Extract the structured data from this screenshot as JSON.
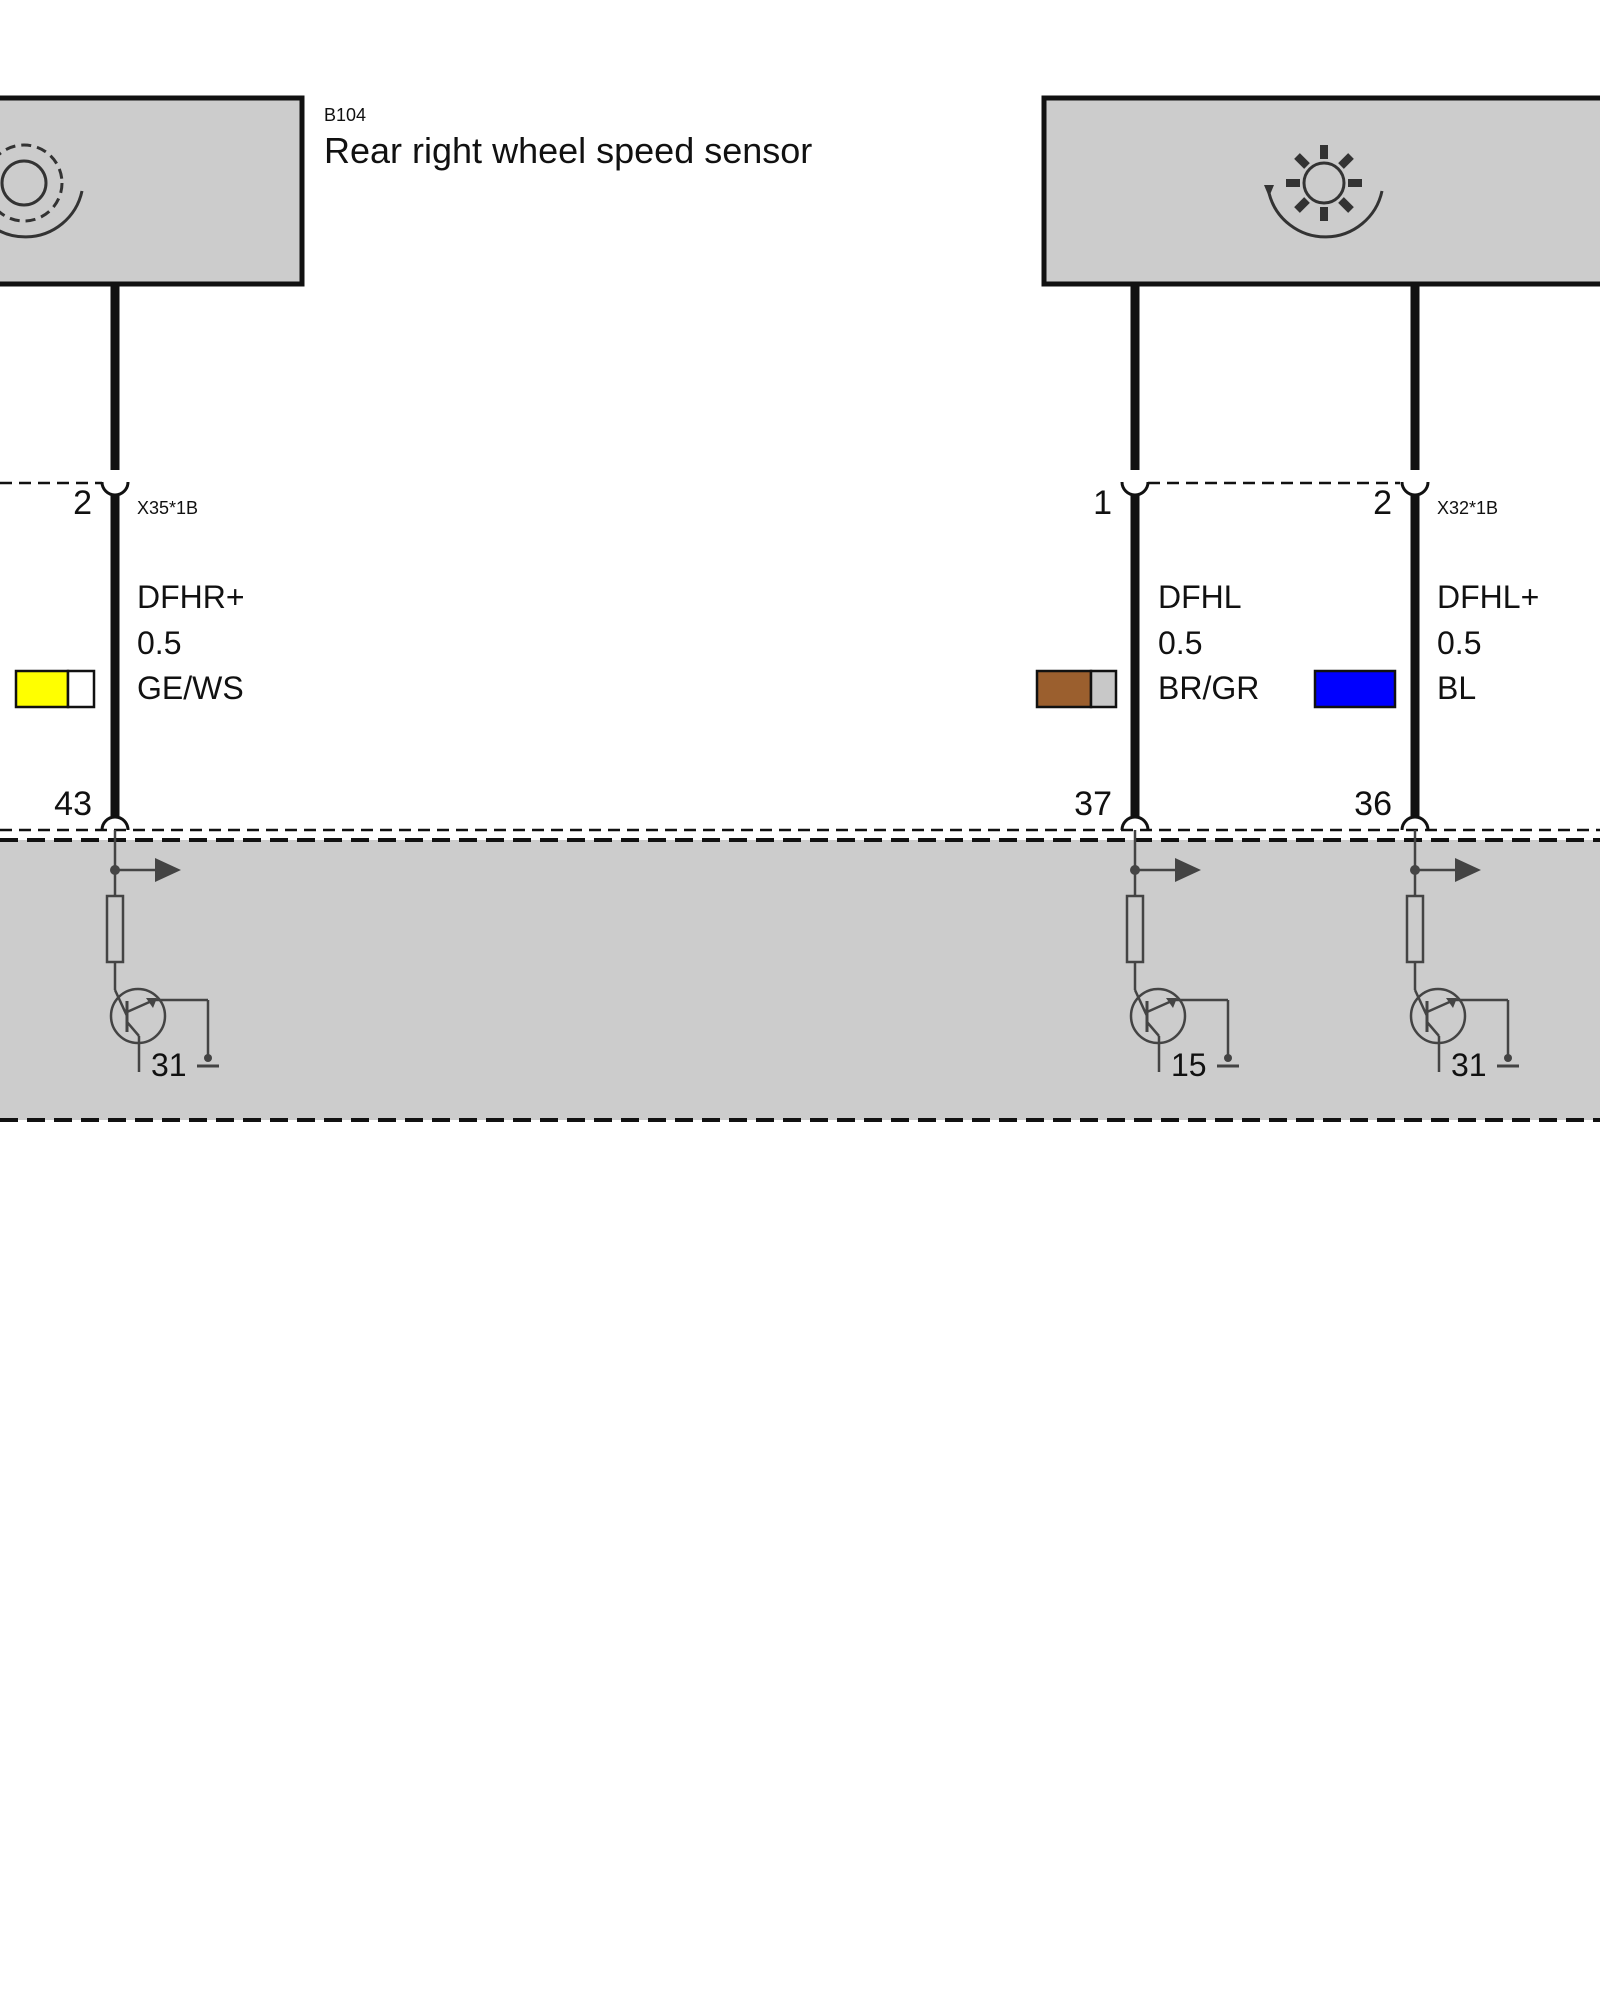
{
  "components": {
    "left_sensor": {
      "code": "B104",
      "name": "Rear right wheel speed sensor"
    },
    "right_sensor": {
      "code": "",
      "name": ""
    }
  },
  "connectors": {
    "left_connector": "X35*1B",
    "right_connector": "X32*1B"
  },
  "wires": [
    {
      "pin_top": "2",
      "pin_bottom": "43",
      "signal": "DFHR+",
      "gauge": "0.5",
      "color_code": "GE/WS",
      "colors": [
        "#ffff00",
        "#ffffff"
      ],
      "ground": "31"
    },
    {
      "pin_top": "1",
      "pin_bottom": "37",
      "signal": "DFHL",
      "gauge": "0.5",
      "color_code": "BR/GR",
      "colors": [
        "#9b5f2e",
        "#c8c8c8"
      ],
      "ground": "15"
    },
    {
      "pin_top": "2",
      "pin_bottom": "36",
      "signal": "DFHL+",
      "gauge": "0.5",
      "color_code": "BL",
      "colors": [
        "#0000ff"
      ],
      "ground": "31"
    }
  ],
  "colors": {
    "module_fill": "#cccccc",
    "line": "#111111",
    "circuit": "#444444"
  }
}
